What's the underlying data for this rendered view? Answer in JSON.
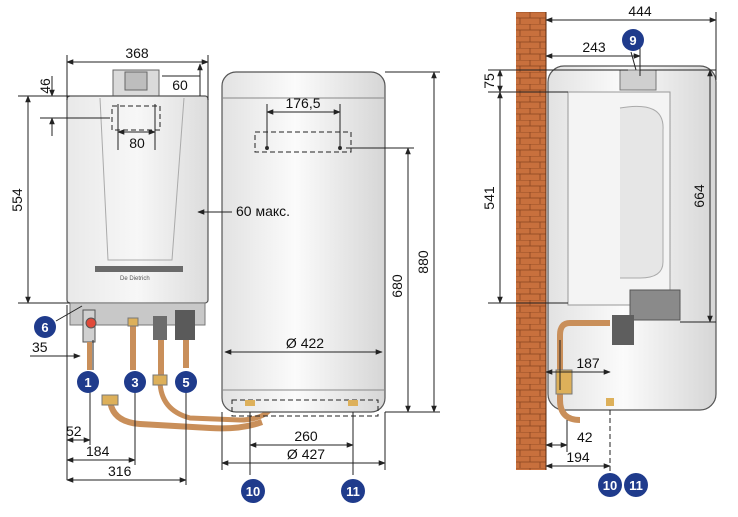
{
  "front_view": {
    "boiler_width": "368",
    "top_offset": "46",
    "flue_offset": "60",
    "boiler_height": "554",
    "flue_spacing": "80",
    "side_clearance": "60 макс.",
    "pipe_offset_left": "35",
    "pipe_dist_52": "52",
    "pipe_dist_184": "184",
    "pipe_dist_316": "316",
    "brand_label": "De Dietrich"
  },
  "tank_view": {
    "bracket_spacing": "176,5",
    "tank_inner_width": "Ø 422",
    "tank_height": "880",
    "tank_body_height": "680",
    "outlet_spacing": "260",
    "tank_diameter": "Ø 427"
  },
  "side_view": {
    "total_depth": "444",
    "flue_depth": "243",
    "top_height": "75",
    "boiler_height": "541",
    "unit_height": "664",
    "pipe_depth": "187",
    "pipe_offset": "42",
    "outlet_depth": "194"
  },
  "badges": {
    "b1": "1",
    "b3": "3",
    "b5": "5",
    "b6": "6",
    "b9": "9",
    "b10": "10",
    "b11": "11",
    "b10s": "10",
    "b11s": "11"
  },
  "colors": {
    "badge": "#1f3b8c",
    "wall": "#c8703d",
    "copper": "#c98f5a"
  }
}
